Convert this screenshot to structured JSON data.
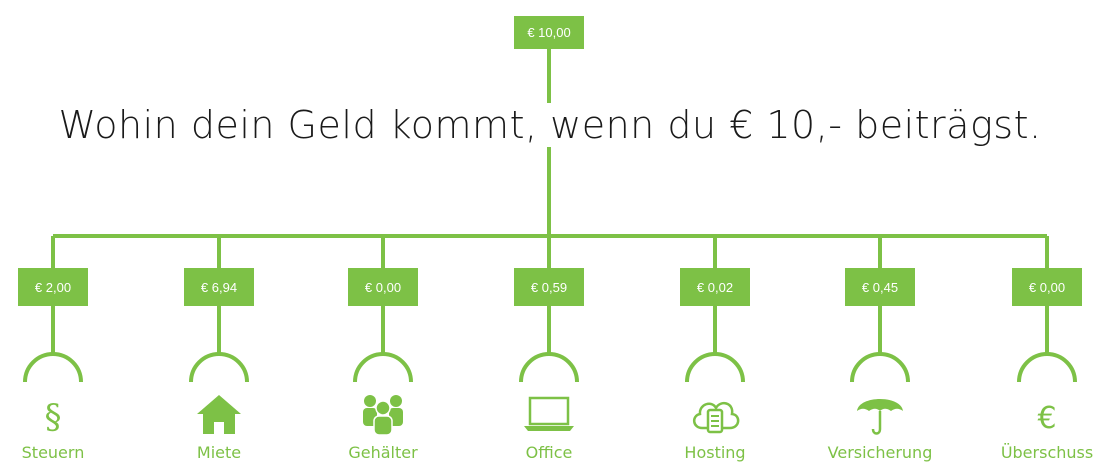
{
  "title": "Wohin dein Geld kommt, wenn du € 10,- beiträgst.",
  "total": "€ 10,00",
  "accent_color": "#7dc146",
  "categories": [
    {
      "label": "Steuern",
      "amount": "€ 2,00",
      "icon": "paragraph-icon"
    },
    {
      "label": "Miete",
      "amount": "€ 6,94",
      "icon": "house-icon"
    },
    {
      "label": "Gehälter",
      "amount": "€ 0,00",
      "icon": "people-icon"
    },
    {
      "label": "Office",
      "amount": "€ 0,59",
      "icon": "laptop-icon"
    },
    {
      "label": "Hosting",
      "amount": "€ 0,02",
      "icon": "cloud-server-icon"
    },
    {
      "label": "Versicherung",
      "amount": "€ 0,45",
      "icon": "umbrella-icon"
    },
    {
      "label": "Überschuss",
      "amount": "€ 0,00",
      "icon": "euro-icon"
    }
  ]
}
